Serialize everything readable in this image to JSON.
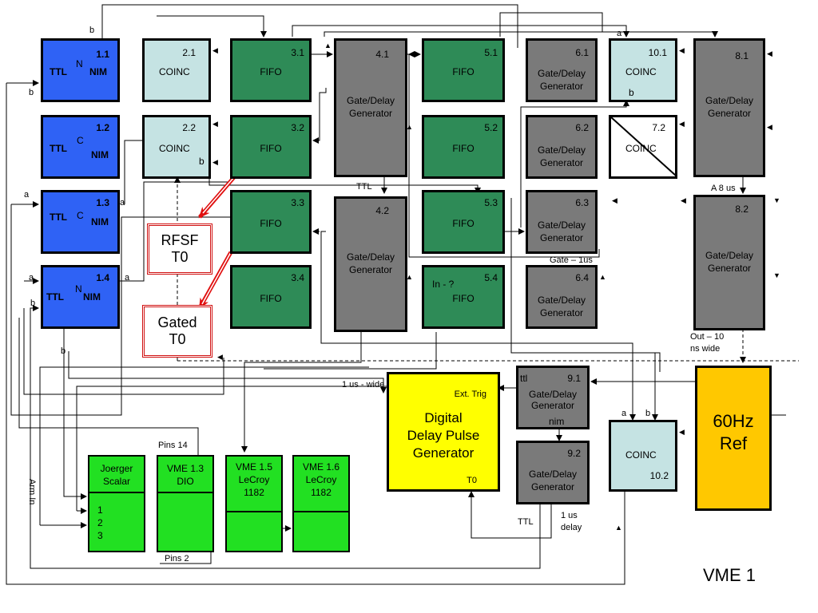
{
  "modules": {
    "m11": {
      "num": "1.1",
      "ttl": "TTL",
      "mid": "N",
      "nim": "NIM"
    },
    "m12": {
      "num": "1.2",
      "ttl": "TTL",
      "mid": "C",
      "nim": "NIM"
    },
    "m13": {
      "num": "1.3",
      "ttl": "TTL",
      "mid": "C",
      "nim": "NIM"
    },
    "m14": {
      "num": "1.4",
      "ttl": "TTL",
      "mid": "N",
      "nim": "NIM"
    },
    "m21": {
      "num": "2.1",
      "label": "COINC"
    },
    "m22": {
      "num": "2.2",
      "label": "COINC",
      "b": "b"
    },
    "m31": {
      "num": "3.1",
      "label": "FIFO"
    },
    "m32": {
      "num": "3.2",
      "label": "FIFO"
    },
    "m33": {
      "num": "3.3",
      "label": "FIFO"
    },
    "m34": {
      "num": "3.4",
      "label": "FIFO"
    },
    "m41": {
      "num": "4.1",
      "label1": "Gate/Delay",
      "label2": "Generator"
    },
    "m42": {
      "num": "4.2",
      "label1": "Gate/Delay",
      "label2": "Generator"
    },
    "m51": {
      "num": "5.1",
      "label": "FIFO"
    },
    "m52": {
      "num": "5.2",
      "label": "FIFO"
    },
    "m53": {
      "num": "5.3",
      "label": "FIFO"
    },
    "m54": {
      "num": "5.4",
      "label": "FIFO",
      "extra": "In - ?"
    },
    "m61": {
      "num": "6.1",
      "label1": "Gate/Delay",
      "label2": "Generator"
    },
    "m62": {
      "num": "6.2",
      "label1": "Gate/Delay",
      "label2": "Generator"
    },
    "m63": {
      "num": "6.3",
      "label1": "Gate/Delay",
      "label2": "Generator"
    },
    "m64": {
      "num": "6.4",
      "label1": "Gate/Delay",
      "label2": "Generator"
    },
    "m101": {
      "num": "10.1",
      "label": "COINC",
      "b": "b"
    },
    "m72": {
      "num": "7.2",
      "label": "COINC"
    },
    "m81": {
      "num": "8.1",
      "label1": "Gate/Delay",
      "label2": "Generator"
    },
    "m82": {
      "num": "8.2",
      "label1": "Gate/Delay",
      "label2": "Generator"
    },
    "m91": {
      "num": "9.1",
      "ttl": "ttl",
      "label1": "Gate/Delay",
      "label2": "Generator",
      "nim": "nim"
    },
    "m92": {
      "num": "9.2",
      "label1": "Gate/Delay",
      "label2": "Generator"
    },
    "m102": {
      "num": "10.2",
      "label": "COINC",
      "a": "a",
      "b": "b"
    },
    "ddpg": {
      "line1": "Digital",
      "line2": "Delay Pulse",
      "line3": "Generator",
      "trig": "Ext. Trig",
      "t0": "T0"
    },
    "ref": {
      "line1": "60Hz",
      "line2": "Ref"
    },
    "joerger": {
      "line1": "Joerger",
      "line2": "Scalar",
      "ch1": "1",
      "ch2": "2",
      "ch3": "3"
    },
    "vme13": {
      "line1": "VME 1.3",
      "line2": "DIO"
    },
    "vme15": {
      "line1": "VME 1.5",
      "line2": "LeCroy",
      "line3": "1182"
    },
    "vme16": {
      "line1": "VME 1.6",
      "line2": "LeCroy",
      "line3": "1182"
    }
  },
  "callouts": {
    "rfsf": {
      "line1": "RFSF",
      "line2": "T0"
    },
    "gated": {
      "line1": "Gated",
      "line2": "T0"
    }
  },
  "labels": {
    "a_top": "a",
    "b_top": "b",
    "b_left": "b",
    "a_13": "a",
    "a_13r": "a",
    "a_14": "a",
    "b_14": "b",
    "a_14r": "a",
    "b_14bot": "b",
    "ttl": "TTL",
    "gate_1us": "Gate – 1us",
    "a_8us": "A 8 us",
    "out_10ns_1": "Out – 10",
    "out_10ns_2": "ns wide",
    "wide_1us": "1 us - wide",
    "pins14": "Pins 14",
    "pins2": "Pins 2",
    "arm_in": "Arm In",
    "ttl_bottom": "TTL",
    "us_delay_1": "1 us",
    "us_delay_2": "delay",
    "vme1": "VME 1"
  }
}
